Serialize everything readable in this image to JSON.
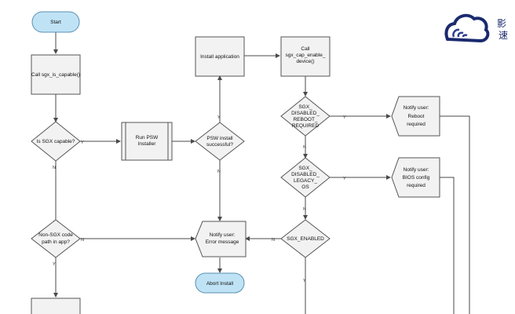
{
  "nodes": {
    "start": "Start",
    "call_sgx_is_capable": "Call sgx_is_capable()",
    "is_sgx_capable": "Is SGX capable?",
    "run_psw_installer": [
      "Run PSW",
      "Installer"
    ],
    "psw_install_successful": [
      "PSW install",
      "successful?"
    ],
    "install_application": "Install application",
    "call_sgx_cap_enable_device": [
      "Call",
      "sgx_cap_enable_",
      "device()"
    ],
    "sgx_disabled_reboot_required": [
      "SGX_",
      "DISABLED_",
      "REBOOT_",
      "REQUIRED"
    ],
    "notify_reboot_required": [
      "Notify user:",
      "Reboot",
      "required"
    ],
    "sgx_disabled_legacy_os": [
      "SGX_",
      "DISABLED_",
      "LEGACY_",
      "OS"
    ],
    "notify_bios_config_required": [
      "Notify user:",
      "BIOS config",
      "required"
    ],
    "sgx_enabled": "SGX_ENABLED",
    "notify_error_message": [
      "Notify user:",
      "Error message"
    ],
    "abort_install": "Abort Install",
    "non_sgx_code_path": [
      "Non-SGX code",
      "path in app?"
    ]
  },
  "edge_labels": {
    "yes": "Y",
    "no": "N"
  },
  "logo": {
    "glyphs": "影速",
    "colors": {
      "dark": "#1a2a6e",
      "ring": "#2b3f8f"
    }
  },
  "colors": {
    "terminal_fill": "#bfe3f5",
    "box_fill": "#f2f2f2",
    "stroke": "#555555"
  }
}
